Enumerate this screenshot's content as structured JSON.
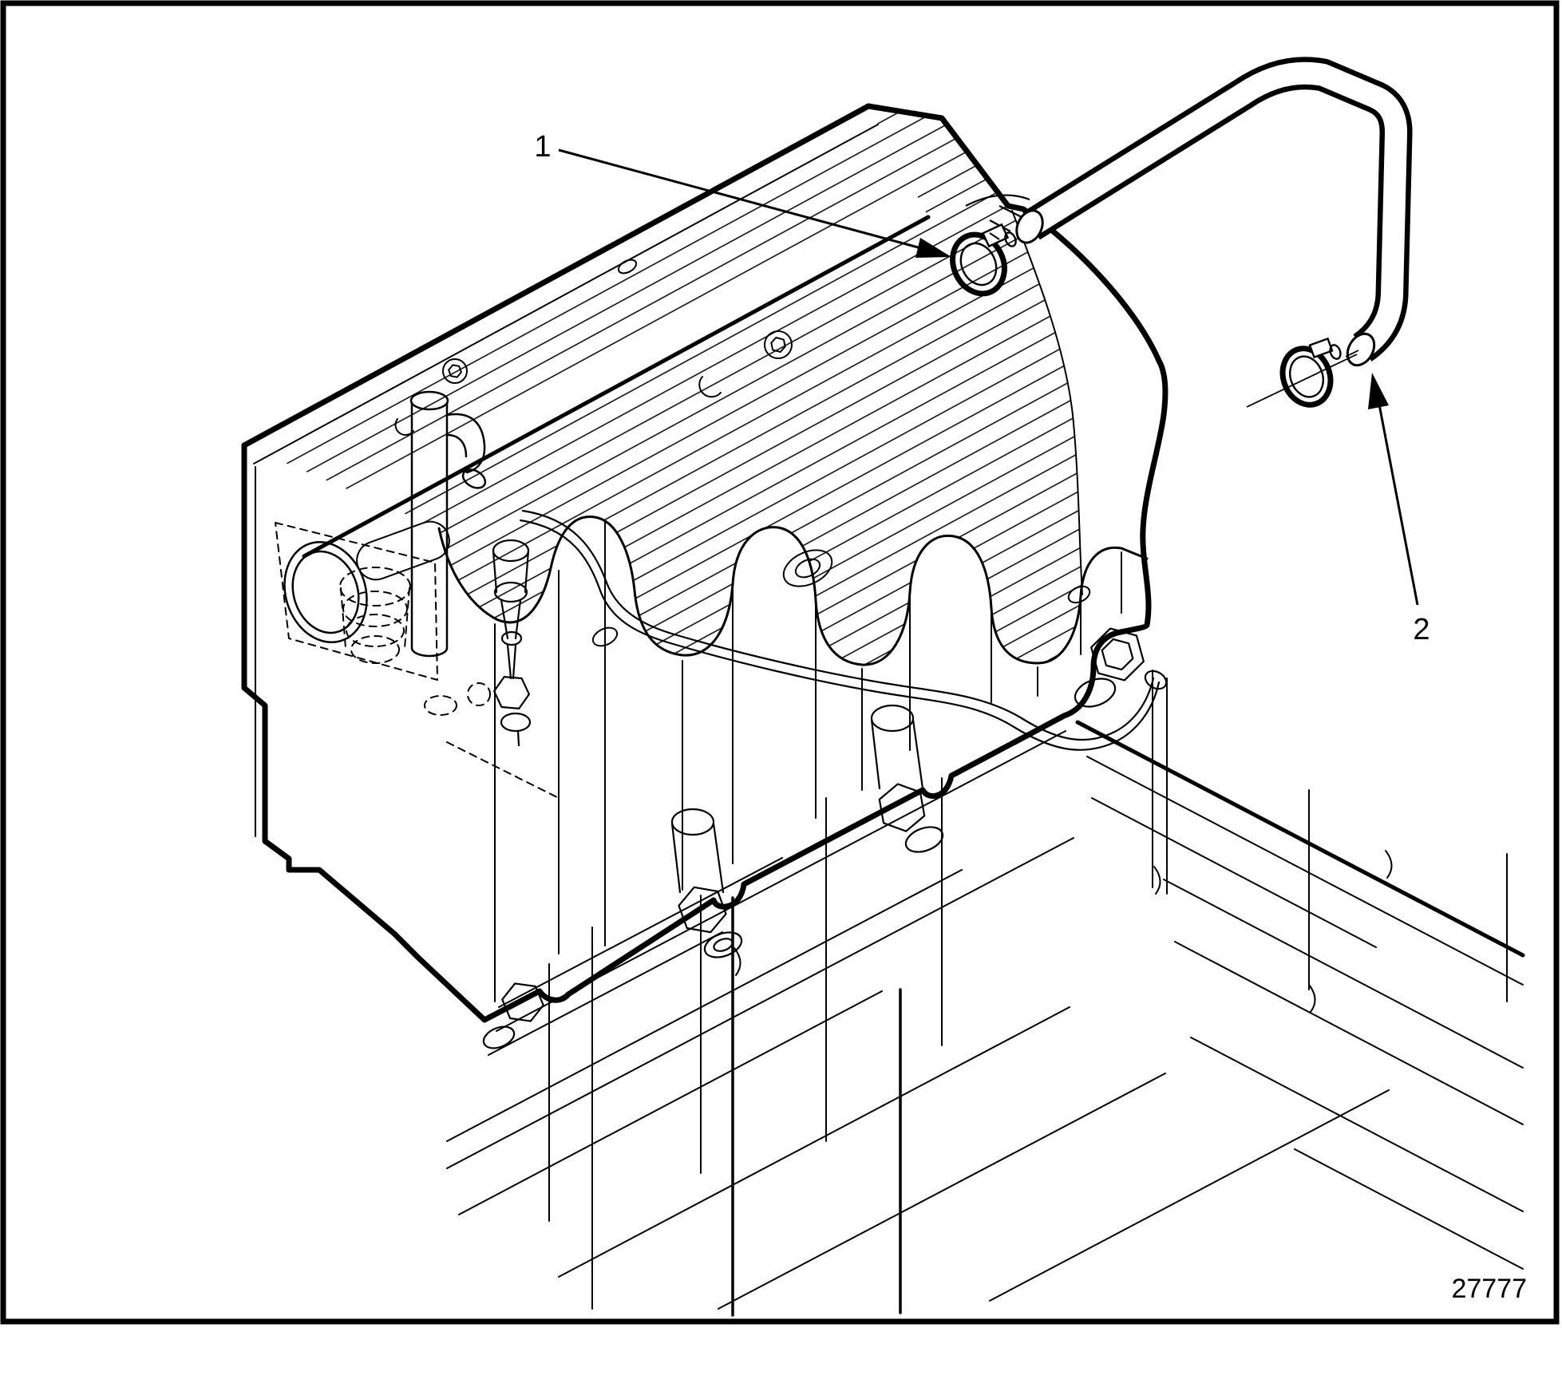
{
  "figure_number": "27777",
  "callouts": {
    "clamp_front": "1",
    "clamp_rear": "2"
  },
  "colors": {
    "line": "#000000",
    "background": "#ffffff"
  }
}
